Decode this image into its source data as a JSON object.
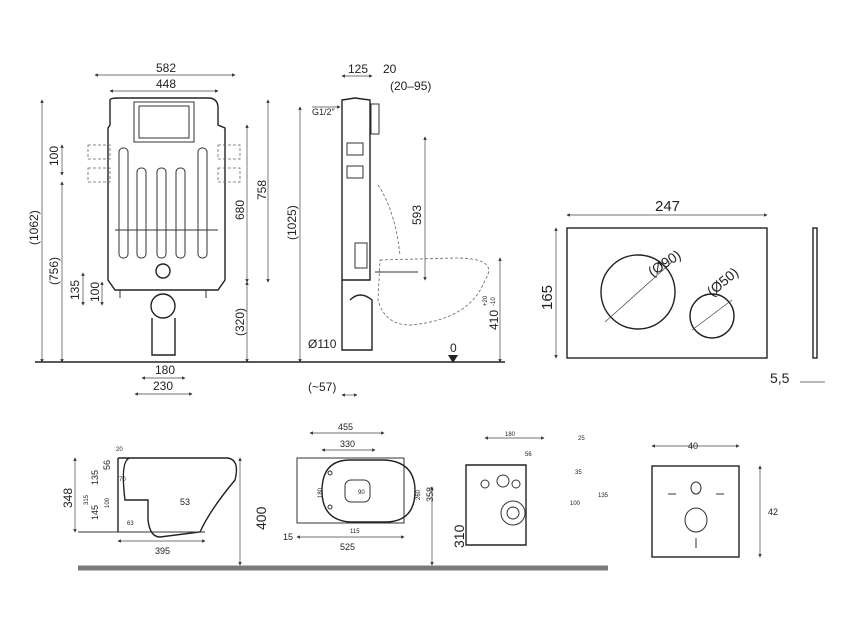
{
  "frame_front": {
    "w582": "582",
    "w448": "448",
    "h1062": "(1062)",
    "h756": "(756)",
    "h100": "100",
    "h135": "135",
    "h100b": "100",
    "h680": "680",
    "h758": "758",
    "h320": "(320)",
    "w180": "180",
    "w230": "230"
  },
  "frame_side": {
    "w125": "125",
    "w20": "20",
    "w20_95": "(20–95)",
    "inlet": "G1/2\"",
    "h1025": "(1025)",
    "h593": "593",
    "d110": "Ø110",
    "h410": "410",
    "tol_plus": "+20",
    "tol_minus": "-10",
    "zero": "0",
    "w57": "(~57)"
  },
  "plate": {
    "w247": "247",
    "h165": "165",
    "d90": "(Ø90)",
    "d50": "(Ø50)",
    "t55": "5,5"
  },
  "bowl_side": {
    "h348": "348",
    "h56": "56",
    "h135": "135",
    "h145": "145",
    "h53": "53",
    "w395": "395",
    "h400": "400",
    "s20": "20",
    "s70": "70",
    "s315": "315",
    "s100": "100",
    "s63": "63"
  },
  "bowl_top": {
    "w455": "455",
    "w330": "330",
    "h180": "180",
    "h90": "90",
    "h260": "260",
    "h358": "358",
    "r15": "15",
    "w115": "115",
    "w525": "525"
  },
  "bowl_back": {
    "w180": "180",
    "d56": "56",
    "d25": "25",
    "h35": "35",
    "h100": "100",
    "h135": "135",
    "h310": "310"
  },
  "gasket": {
    "w40": "40",
    "h42": "42"
  },
  "colors": {
    "line": "#333333",
    "floor": "#7a7a7a"
  }
}
